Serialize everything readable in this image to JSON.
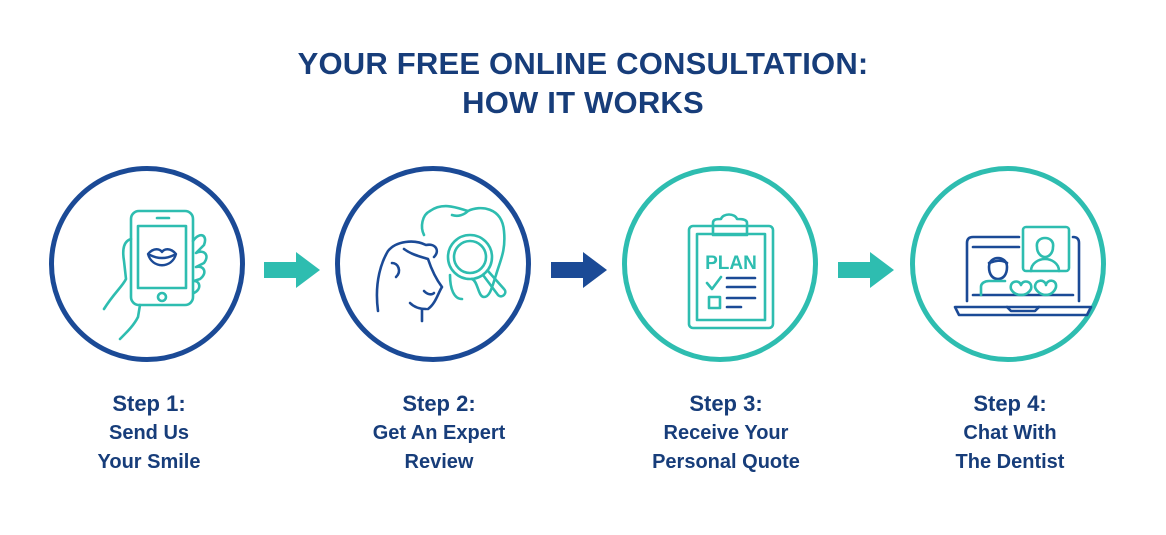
{
  "title": {
    "line1": "YOUR FREE ONLINE CONSULTATION:",
    "line2": "HOW IT WORKS"
  },
  "colors": {
    "navy": "#1b4a96",
    "teal": "#2ebdb0",
    "text": "#173d7a"
  },
  "steps": [
    {
      "number": "Step 1:",
      "line1": "Send Us",
      "line2": "Your Smile",
      "icon": "phone-smile-icon",
      "ring": "navy"
    },
    {
      "number": "Step 2:",
      "line1": "Get An Expert",
      "line2": "Review",
      "icon": "dentist-tooth-magnifier-icon",
      "ring": "navy"
    },
    {
      "number": "Step 3:",
      "line1": "Receive Your",
      "line2": "Personal Quote",
      "icon": "clipboard-plan-icon",
      "ring": "teal",
      "icon_text": "PLAN"
    },
    {
      "number": "Step 4:",
      "line1": "Chat With",
      "line2": "The Dentist",
      "icon": "laptop-video-chat-icon",
      "ring": "teal"
    }
  ],
  "arrows": [
    {
      "color": "teal"
    },
    {
      "color": "navy"
    },
    {
      "color": "teal"
    }
  ]
}
